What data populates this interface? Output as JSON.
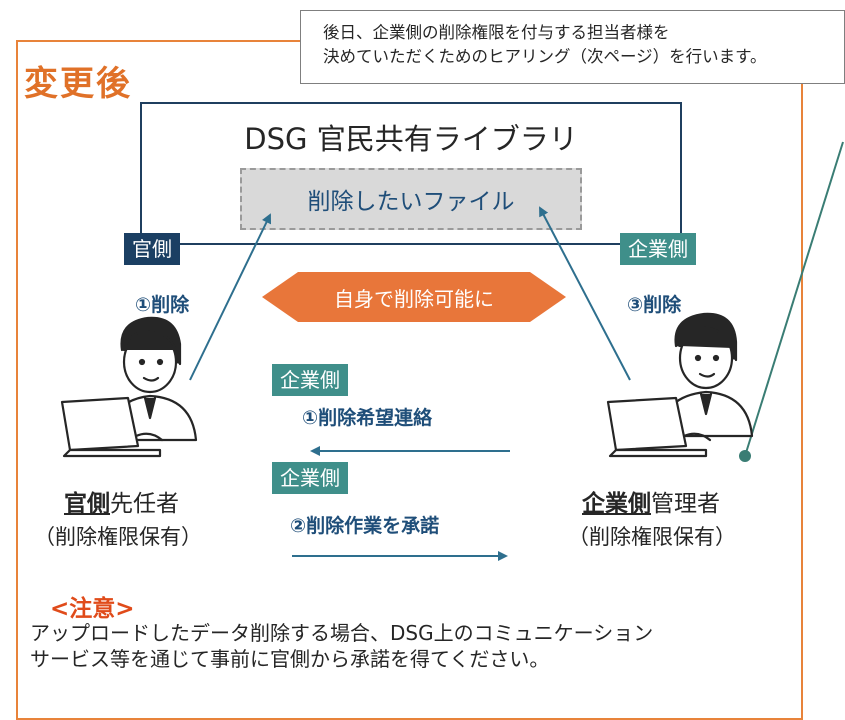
{
  "title": "変更後",
  "callout": {
    "line1": "後日、企業側の削除権限を付与する担当者様を",
    "line2": "決めていただくためのヒアリング（次ページ）を行います。"
  },
  "library": {
    "title": "DSG 官民共有ライブラリ",
    "file_label": "削除したいファイル"
  },
  "tags": {
    "gov": "官側",
    "corp_top": "企業側",
    "corp_contact": "企業側",
    "corp_approve": "企業側"
  },
  "steps": {
    "gov_delete": "①削除",
    "corp_delete": "③削除",
    "contact": "①削除希望連絡",
    "approve": "②削除作業を承諾"
  },
  "self_delete_label": "自身で削除可能に",
  "gov_person": {
    "name_bold": "官側",
    "name_rest": "先任者",
    "note": "（削除権限保有）"
  },
  "corp_person": {
    "name_bold": "企業側",
    "name_rest": "管理者",
    "note": "（削除権限保有）"
  },
  "notice": {
    "heading": "<注意>",
    "line1": "アップロードしたデータ削除する場合、DSG上のコミュニケーション",
    "line2": "サービス等を通じて事前に官側から承諾を得てください。"
  },
  "colors": {
    "frame_orange": "#e8833a",
    "title_orange": "#e07128",
    "navy": "#1b3f63",
    "teal": "#3f8f8a",
    "step_blue": "#1f4e79",
    "arrow_blue": "#2e6f8e",
    "pill_orange": "#e8763a",
    "notice_red": "#e04b1a"
  }
}
